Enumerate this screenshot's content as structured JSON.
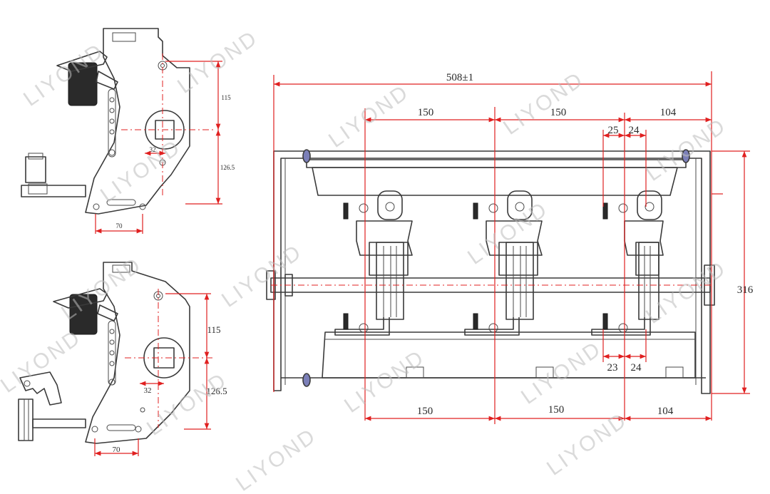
{
  "watermark": "LIYOND",
  "colors": {
    "dimension": "#e02020",
    "outline": "#3a3a3a",
    "text": "#2a2a2a"
  },
  "front_view": {
    "overall_width": "508±1",
    "top_spacing": [
      "150",
      "150",
      "104"
    ],
    "top_contact": [
      "25",
      "24"
    ],
    "bottom_contact": [
      "23",
      "24"
    ],
    "bottom_spacing": [
      "150",
      "150",
      "104"
    ],
    "overall_height": "316"
  },
  "side_view_top": {
    "upper": "115",
    "lower": "126.5",
    "offset": "32",
    "base": "70"
  },
  "side_view_bottom": {
    "upper": "115",
    "lower": "126.5",
    "offset": "32",
    "base": "70"
  }
}
